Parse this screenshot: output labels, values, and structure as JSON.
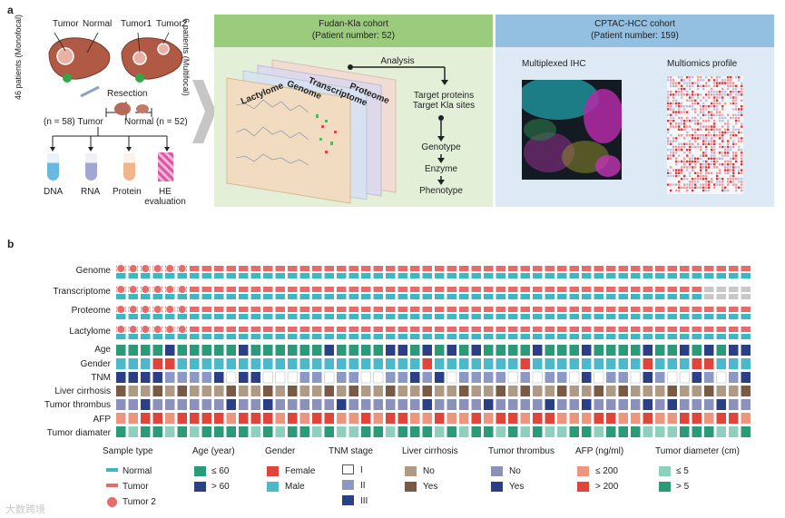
{
  "panel_a": {
    "label": "a",
    "liver_labels": {
      "tumor": "Tumor",
      "normal": "Normal",
      "tumor1": "Tumor1",
      "tumor2": "Tumor2"
    },
    "left_vertical": "46 patients (Monofocal)",
    "right_vertical": "6 patients (Multifocal)",
    "resection": "Resection",
    "split_left": "(n = 58) Tumor",
    "split_right": "Normal (n = 52)",
    "outputs": [
      "DNA",
      "RNA",
      "Protein",
      "HE evaluation"
    ],
    "fudan": {
      "title": "Fudan-Kla cohort",
      "subtitle": "(Patient number: 52)",
      "layers": [
        "Lactylome",
        "Genome",
        "Transcriptome",
        "Proteome"
      ],
      "analysis": "Analysis",
      "targets": "Target proteins\nTarget Kla sites",
      "flow": [
        "Genotype",
        "Enzyme",
        "Phenotype"
      ]
    },
    "cptac": {
      "title": "CPTAC-HCC cohort",
      "subtitle": "(Patient number: 159)",
      "ihc": "Multiplexed IHC",
      "omics": "Multiomics profile"
    }
  },
  "panel_b": {
    "label": "b",
    "omics_tracks": [
      "Genome",
      "Transcriptome",
      "Proteome",
      "Lactylome"
    ],
    "clinical_tracks": [
      "Age",
      "Gender",
      "TNM",
      "Liver cirrhosis",
      "Tumor thrombus",
      "AFP",
      "Tumor diamater"
    ],
    "legend": [
      {
        "title": "Sample type",
        "items": [
          {
            "label": "Normal",
            "color": "#3cb8c4",
            "shape": "bar"
          },
          {
            "label": "Tumor",
            "color": "#e66b6b",
            "shape": "bar"
          },
          {
            "label": "Tumor 2",
            "color": "#e66b6b",
            "shape": "circle"
          }
        ]
      },
      {
        "title": "Age (year)",
        "items": [
          {
            "label": "≤ 60",
            "color": "#2a9a78"
          },
          {
            "label": "> 60",
            "color": "#2b3f86"
          }
        ]
      },
      {
        "title": "Gender",
        "items": [
          {
            "label": "Female",
            "color": "#e0443a"
          },
          {
            "label": "Male",
            "color": "#4bb8cc"
          }
        ]
      },
      {
        "title": "TNM stage",
        "items": [
          {
            "label": "I",
            "color": "#ffffff"
          },
          {
            "label": "II",
            "color": "#8c99c6"
          },
          {
            "label": "III",
            "color": "#2b3f86"
          }
        ]
      },
      {
        "title": "Liver cirrhosis",
        "items": [
          {
            "label": "No",
            "color": "#b09a86"
          },
          {
            "label": "Yes",
            "color": "#7a5a45"
          }
        ]
      },
      {
        "title": "Tumor thrombus",
        "items": [
          {
            "label": "No",
            "color": "#8c91bc"
          },
          {
            "label": "Yes",
            "color": "#2b3f86"
          }
        ]
      },
      {
        "title": "AFP (ng/ml)",
        "items": [
          {
            "label": "≤ 200",
            "color": "#ee9580"
          },
          {
            "label": "> 200",
            "color": "#e0443a"
          }
        ]
      },
      {
        "title": "Tumor diameter (cm)",
        "items": [
          {
            "label": "≤ 5",
            "color": "#8fcfbe"
          },
          {
            "label": "> 5",
            "color": "#2a9a78"
          }
        ]
      }
    ],
    "colors": {
      "normal": "#3cb8c4",
      "tumor": "#e66b6b",
      "missing": "#c8c8c8",
      "age_low": "#2a9a78",
      "age_high": "#2b3f86",
      "female": "#e0443a",
      "male": "#4bb8cc",
      "tnm1": "#ffffff",
      "tnm2": "#8c99c6",
      "tnm3": "#2b3f86",
      "cir_no": "#b09a86",
      "cir_yes": "#7a5a45",
      "thr_no": "#8c91bc",
      "thr_yes": "#2b3f86",
      "afp_low": "#ee9580",
      "afp_high": "#e0443a",
      "dia_low": "#8fcfbe",
      "dia_high": "#2a9a78"
    },
    "n_patients": 52,
    "multifocal_count": 6,
    "transcriptome_missing": 4,
    "patients": {
      "age": [
        0,
        0,
        0,
        0,
        1,
        0,
        0,
        0,
        0,
        0,
        1,
        0,
        0,
        0,
        0,
        0,
        0,
        1,
        0,
        0,
        0,
        0,
        1,
        1,
        0,
        1,
        0,
        1,
        0,
        1,
        0,
        0,
        0,
        0,
        1,
        0,
        0,
        0,
        1,
        0,
        0,
        0,
        0,
        1,
        0,
        0,
        1,
        0,
        1,
        0,
        1,
        1
      ],
      "gender": [
        1,
        1,
        1,
        0,
        0,
        1,
        1,
        1,
        1,
        1,
        1,
        1,
        1,
        1,
        1,
        1,
        1,
        1,
        1,
        1,
        1,
        1,
        1,
        1,
        1,
        0,
        1,
        1,
        1,
        1,
        1,
        1,
        1,
        0,
        1,
        1,
        1,
        1,
        1,
        1,
        1,
        1,
        1,
        0,
        1,
        1,
        1,
        0,
        0,
        1,
        1,
        1
      ],
      "tnm": [
        2,
        2,
        2,
        2,
        1,
        1,
        1,
        1,
        2,
        0,
        2,
        2,
        0,
        0,
        0,
        1,
        1,
        0,
        1,
        1,
        0,
        0,
        1,
        1,
        2,
        1,
        2,
        0,
        1,
        1,
        1,
        1,
        0,
        1,
        0,
        1,
        1,
        0,
        2,
        0,
        1,
        1,
        0,
        2,
        1,
        0,
        0,
        2,
        1,
        0,
        1,
        2
      ],
      "cir": [
        1,
        0,
        0,
        1,
        0,
        1,
        0,
        0,
        0,
        1,
        0,
        0,
        1,
        0,
        1,
        0,
        0,
        1,
        0,
        1,
        0,
        0,
        1,
        0,
        0,
        1,
        0,
        0,
        1,
        0,
        0,
        1,
        0,
        1,
        0,
        0,
        1,
        0,
        0,
        1,
        0,
        1,
        0,
        0,
        0,
        1,
        0,
        0,
        1,
        0,
        0,
        1
      ],
      "thr": [
        0,
        0,
        1,
        0,
        0,
        0,
        0,
        0,
        0,
        1,
        0,
        0,
        1,
        0,
        0,
        0,
        0,
        0,
        1,
        0,
        0,
        0,
        0,
        0,
        0,
        1,
        0,
        0,
        0,
        0,
        1,
        0,
        0,
        0,
        0,
        1,
        0,
        0,
        1,
        0,
        0,
        0,
        0,
        1,
        0,
        1,
        0,
        0,
        0,
        1,
        0,
        0
      ],
      "afp": [
        0,
        0,
        1,
        1,
        0,
        1,
        1,
        1,
        1,
        0,
        1,
        1,
        1,
        0,
        1,
        0,
        1,
        1,
        0,
        0,
        1,
        0,
        1,
        1,
        0,
        0,
        1,
        0,
        0,
        1,
        0,
        1,
        1,
        0,
        1,
        1,
        0,
        0,
        0,
        1,
        1,
        0,
        0,
        1,
        0,
        0,
        1,
        1,
        0,
        1,
        1,
        0
      ],
      "dia": [
        1,
        0,
        1,
        1,
        0,
        1,
        0,
        1,
        1,
        1,
        1,
        0,
        1,
        0,
        1,
        1,
        0,
        1,
        0,
        0,
        1,
        1,
        0,
        1,
        1,
        1,
        0,
        1,
        0,
        1,
        1,
        0,
        1,
        0,
        1,
        0,
        0,
        1,
        1,
        0,
        1,
        1,
        1,
        0,
        0,
        0,
        1,
        1,
        1,
        0,
        0,
        1
      ]
    }
  },
  "watermark": "大数跨境"
}
